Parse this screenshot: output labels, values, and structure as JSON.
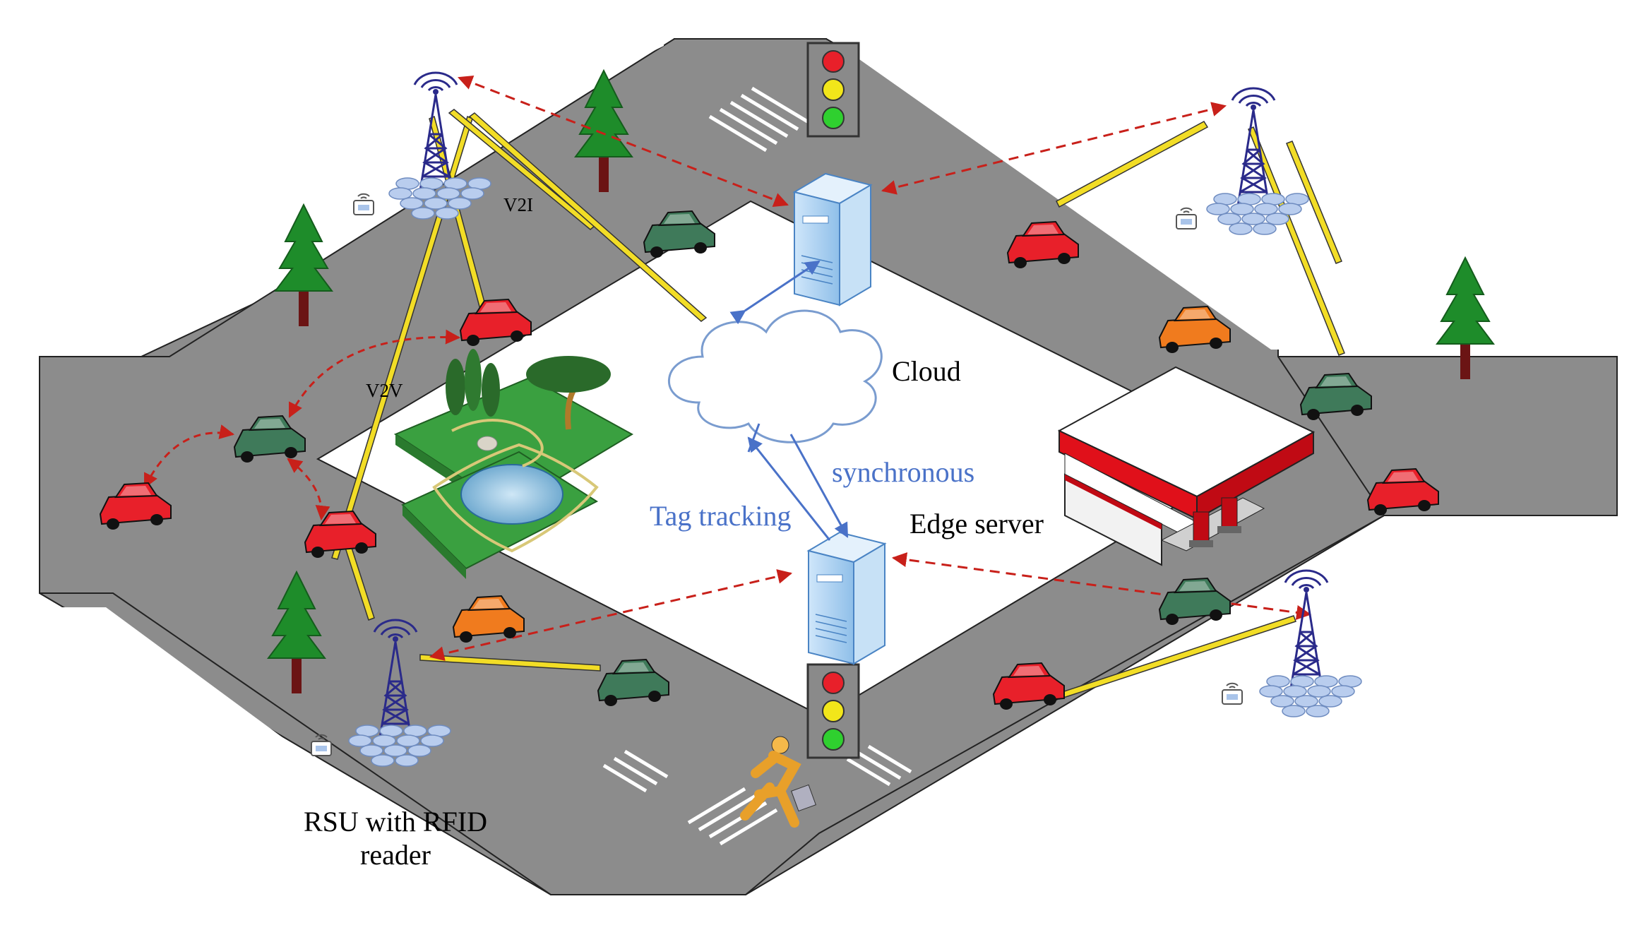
{
  "labels": {
    "v2i": "V2I",
    "v2v": "V2V",
    "cloud": "Cloud",
    "synchronous": "synchronous",
    "tag_tracking": "Tag tracking",
    "edge_server": "Edge server",
    "rsu_line1": "RSU with RFID",
    "rsu_line2": "reader"
  },
  "colors": {
    "road": "#8c8c8c",
    "crosswalk": "#ffffff",
    "red_car": "#e8202a",
    "green_car": "#3f7a5a",
    "orange_car": "#f07b1e",
    "link_dashed": "#c8201a",
    "v2i_beam": "#f2dd26",
    "server_blue": "#9cc9ee",
    "tower": "#2a2a8a",
    "tree": "#1e8c2a",
    "label_blue": "#4a72c8"
  },
  "icons": [
    "rsu-tower-icon",
    "rfid-reader-icon",
    "server-icon",
    "cloud-icon",
    "traffic-light-icon",
    "tree-icon",
    "car-icon",
    "gas-station-icon",
    "park-icon",
    "pedestrian-icon"
  ]
}
